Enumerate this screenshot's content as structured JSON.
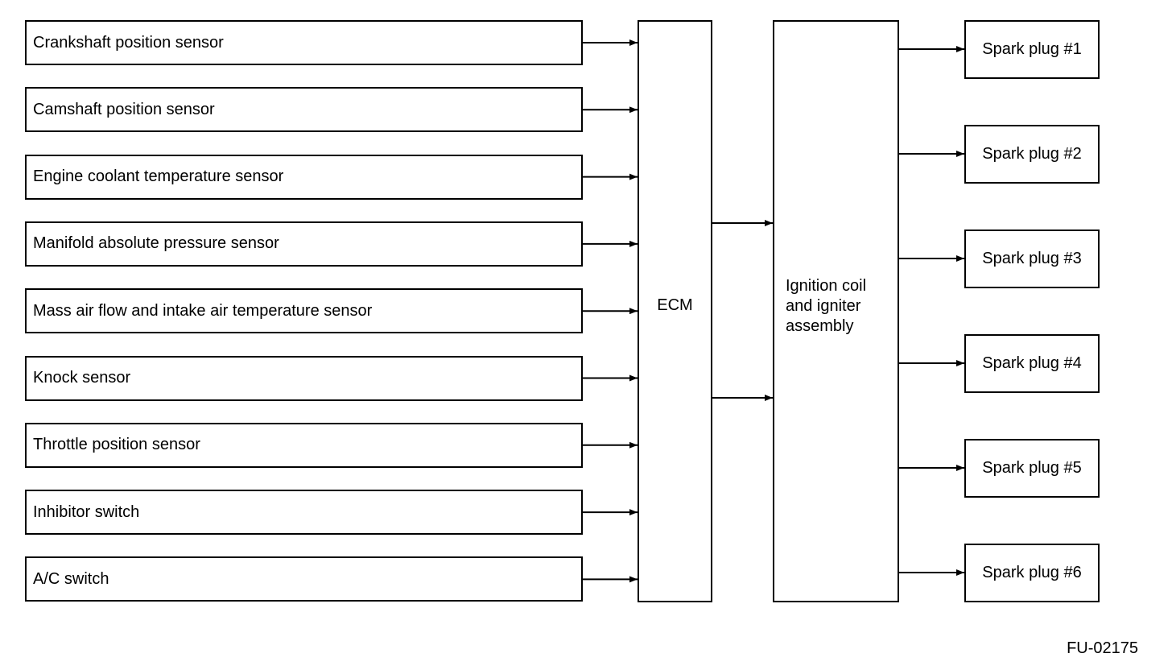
{
  "sensors": [
    "Crankshaft position sensor",
    "Camshaft position sensor",
    "Engine coolant temperature sensor",
    "Manifold absolute pressure sensor",
    "Mass air flow and intake air temperature sensor",
    "Knock sensor",
    "Throttle position sensor",
    "Inhibitor switch",
    "A/C switch"
  ],
  "ecm": {
    "label": "ECM"
  },
  "ignition": {
    "label": "Ignition coil\nand igniter\nassembly"
  },
  "spark_plugs": [
    "Spark plug #1",
    "Spark plug #2",
    "Spark plug #3",
    "Spark plug #4",
    "Spark plug #5",
    "Spark plug #6"
  ],
  "figure_code": "FU-02175",
  "colors": {
    "line": "#000000",
    "background": "#ffffff"
  }
}
